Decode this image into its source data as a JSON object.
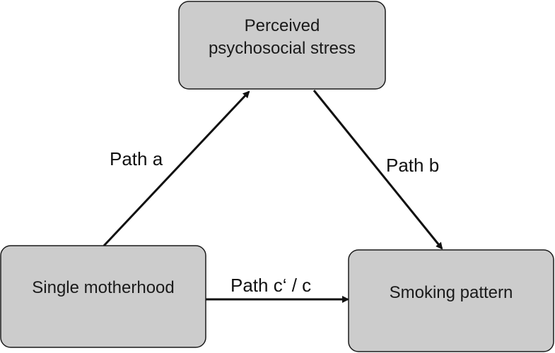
{
  "diagram": {
    "type": "mediation-path-diagram",
    "nodes": {
      "mediator": {
        "lines": [
          "Perceived",
          "psychosocial stress"
        ]
      },
      "exposure": {
        "lines": [
          "Single motherhood"
        ]
      },
      "outcome": {
        "lines": [
          "Smoking pattern"
        ]
      }
    },
    "edges": {
      "path_a": {
        "label": "Path a",
        "from": "exposure",
        "to": "mediator"
      },
      "path_b": {
        "label": "Path b",
        "from": "mediator",
        "to": "outcome"
      },
      "path_c": {
        "label": "Path c‘ / c",
        "from": "exposure",
        "to": "outcome"
      }
    },
    "colors": {
      "box_fill": "#cccccc",
      "stroke": "#111111",
      "text": "#1a1a1a"
    }
  }
}
